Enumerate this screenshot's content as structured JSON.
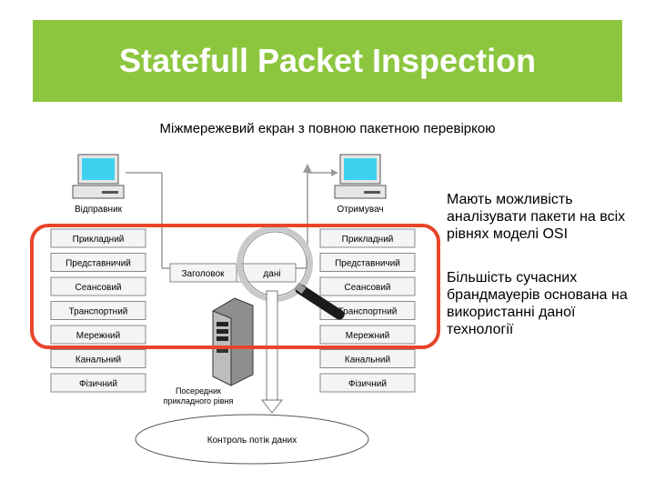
{
  "slide": {
    "title": "Statefull Packet Inspection",
    "subtitle": "Міжмережевий екран з повною пакетною перевіркою",
    "bullets": [
      "Мають можливість аналізувати пакети на всіх рівнях моделі OSI",
      "Більшість сучасних брандмауерів основана на використанні даної технології"
    ]
  },
  "diagram": {
    "sender_label": "Відправник",
    "receiver_label": "Отримувач",
    "layers": [
      "Прикладний",
      "Представничий",
      "Сеансовий",
      "Транспортний",
      "Мережний",
      "Канальний",
      "Фізичний"
    ],
    "packet": {
      "header": "Заголовок",
      "data": "дані"
    },
    "proxy_label": [
      "Посередник",
      "прикладного рівня"
    ],
    "control_label": "Контроль потік даних",
    "colors": {
      "header_bg": "#8cc63f",
      "highlight": "#e8452b",
      "screen": "#3fd2f0"
    }
  }
}
